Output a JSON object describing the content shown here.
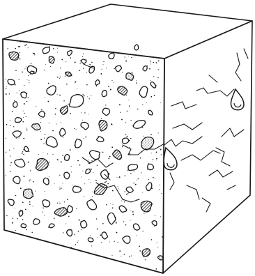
{
  "illustration": {
    "subject": "concrete-block-cube",
    "faces": [
      "front-face-aggregate",
      "right-face-cracks",
      "top-face"
    ],
    "colors": {
      "ink": "#1a1a1a",
      "paper": "#ffffff"
    }
  }
}
